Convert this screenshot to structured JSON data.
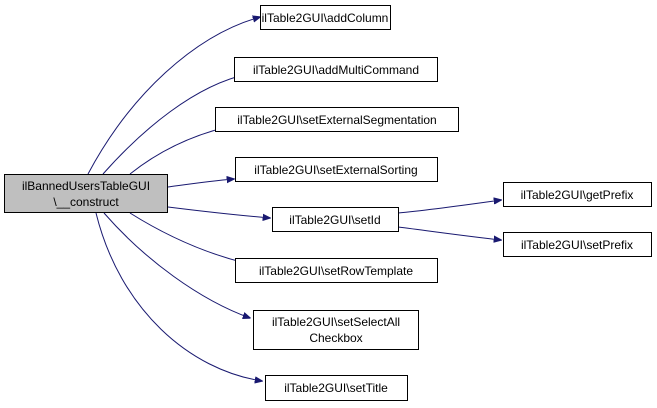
{
  "graph": {
    "root": {
      "line1": "ilBannedUsersTableGUI",
      "line2": "\\__construct"
    },
    "nodes": {
      "add_column": "ilTable2GUI\\addColumn",
      "add_multi_command": "ilTable2GUI\\addMultiCommand",
      "set_external_segmentation": "ilTable2GUI\\setExternalSegmentation",
      "set_external_sorting": "ilTable2GUI\\setExternalSorting",
      "set_id": "ilTable2GUI\\setId",
      "set_row_template": "ilTable2GUI\\setRowTemplate",
      "set_select_all_checkbox_line1": "ilTable2GUI\\setSelectAll",
      "set_select_all_checkbox_line2": "Checkbox",
      "set_title": "ilTable2GUI\\setTitle",
      "get_prefix": "ilTable2GUI\\getPrefix",
      "set_prefix": "ilTable2GUI\\setPrefix"
    },
    "colors": {
      "root_fill": "#bfbfbf",
      "node_fill": "#ffffff",
      "node_border": "#000000",
      "edge": "#191970"
    }
  }
}
